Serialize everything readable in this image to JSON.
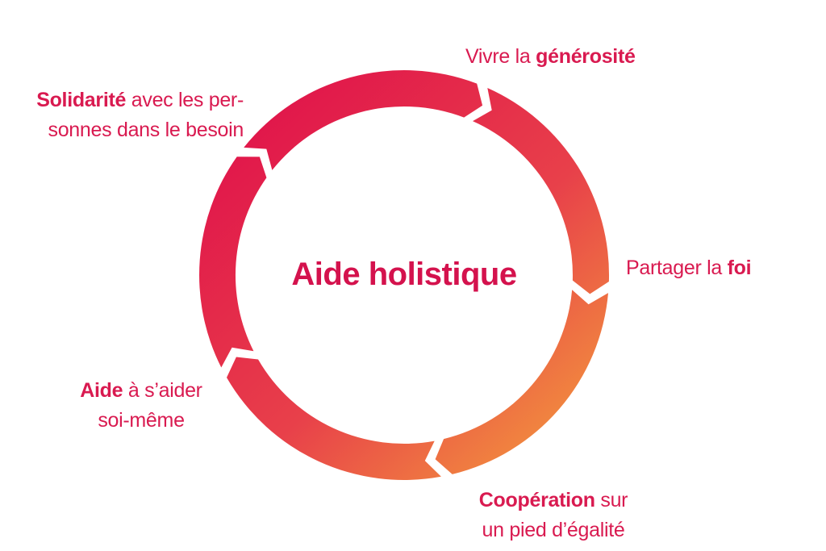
{
  "center_title": "Aide holistique",
  "colors": {
    "gradient_start": "#e0124b",
    "gradient_end": "#f39a3c",
    "text": "#d91a50"
  },
  "labels": {
    "generosity": {
      "normal": "Vivre la ",
      "bold": "générosité"
    },
    "faith": {
      "normal": "Partager la ",
      "bold": "foi"
    },
    "cooperation": {
      "bold": "Coopération",
      "normal": " sur",
      "line2": "un pied d’égalité"
    },
    "self_help": {
      "bold": "Aide",
      "normal": " à s’aider",
      "line2": "soi-même"
    },
    "solidarity": {
      "bold": "Solidarité",
      "normal": " avec les per-",
      "line2": "sonnes dans le besoin"
    }
  }
}
